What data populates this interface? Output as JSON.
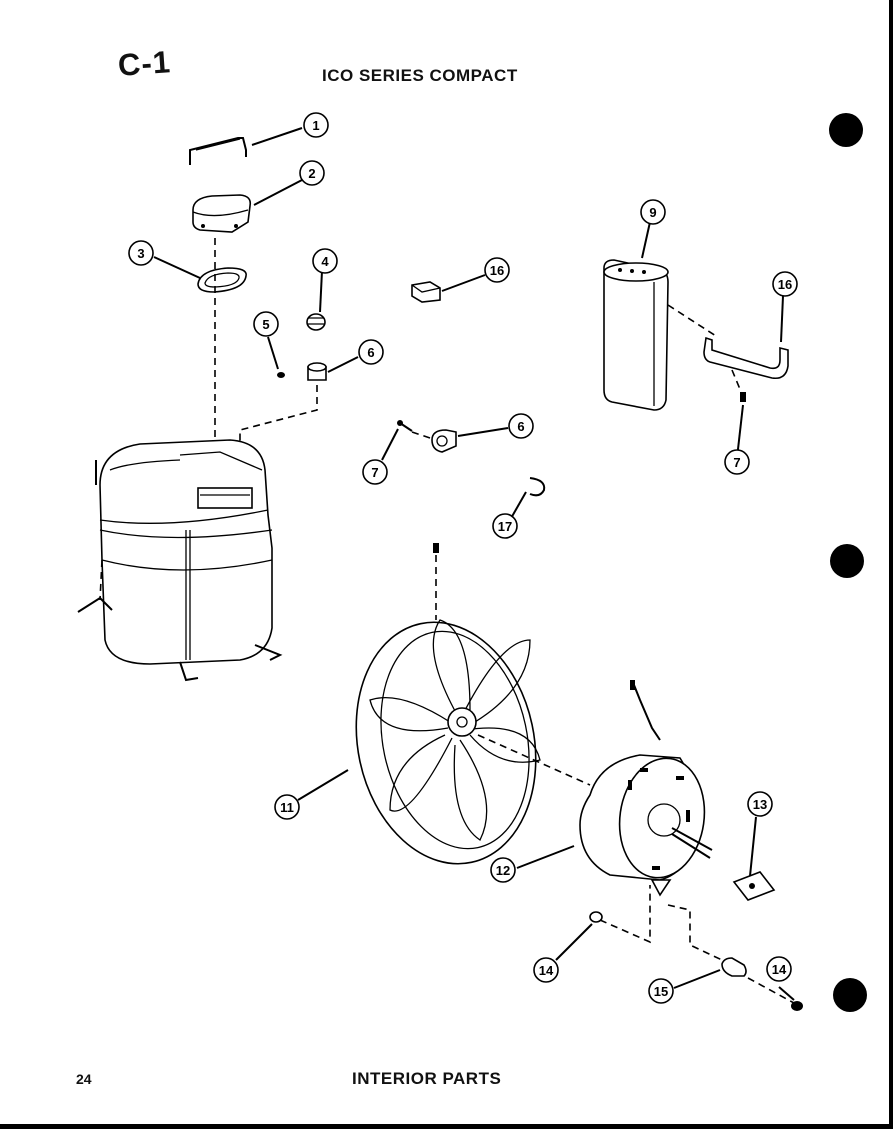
{
  "page_id": "C-1",
  "title": "ICO SERIES COMPACT",
  "page_number": "24",
  "footer_title": "INTERIOR PARTS",
  "callouts": [
    {
      "label": "1"
    },
    {
      "label": "2"
    },
    {
      "label": "3"
    },
    {
      "label": "4"
    },
    {
      "label": "5"
    },
    {
      "label": "6"
    },
    {
      "label": "6"
    },
    {
      "label": "7"
    },
    {
      "label": "7"
    },
    {
      "label": "9"
    },
    {
      "label": "16"
    },
    {
      "label": "16"
    },
    {
      "label": "17"
    },
    {
      "label": "11"
    },
    {
      "label": "12"
    },
    {
      "label": "13"
    },
    {
      "label": "14"
    },
    {
      "label": "14"
    },
    {
      "label": "15"
    }
  ]
}
